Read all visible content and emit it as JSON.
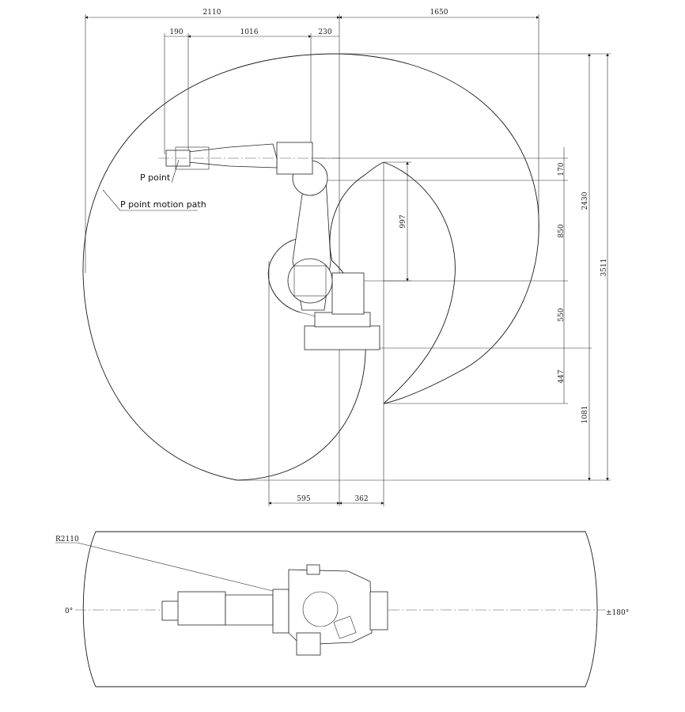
{
  "side_view": {
    "dims": {
      "top_left": "2110",
      "top_right": "1650",
      "arm_a": "190",
      "arm_b": "1016",
      "arm_c": "230",
      "v_170": "170",
      "v_850": "850",
      "v_550": "550",
      "v_447": "447",
      "v_1081": "1081",
      "v_2430": "2430",
      "v_3511": "3511",
      "v_997": "997",
      "b_595": "595",
      "b_362": "362"
    },
    "labels": {
      "p_point": "P point",
      "p_path": "P point motion path"
    }
  },
  "top_view": {
    "radius": "R2110",
    "angle_left": "0°",
    "angle_right": "±180°"
  }
}
